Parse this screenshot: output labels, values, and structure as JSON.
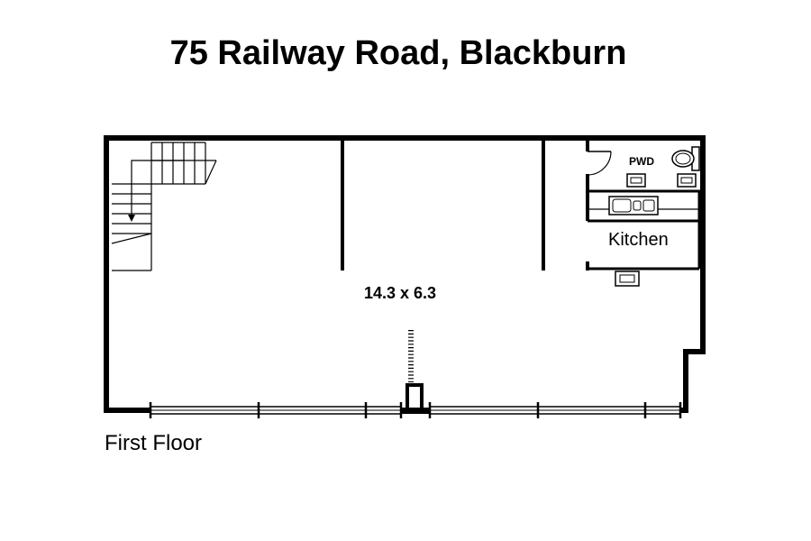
{
  "title": "75 Railway Road, Blackburn",
  "floor_label": "First Floor",
  "rooms": {
    "main_dimensions": "14.3 x 6.3",
    "pwd": "PWD",
    "kitchen": "Kitchen"
  },
  "colors": {
    "wall": "#000000",
    "background": "#ffffff"
  }
}
